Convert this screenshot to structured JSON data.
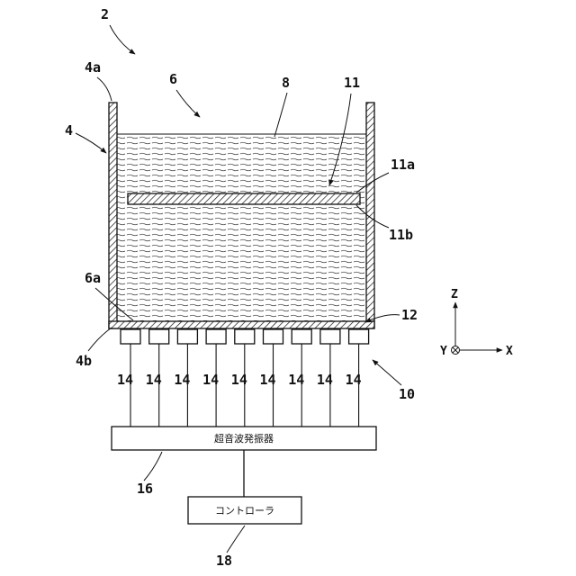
{
  "labels": {
    "apparatus": "2",
    "tank_top": "4a",
    "tank": "4",
    "tank_bottom": "4b",
    "space": "6",
    "space_bottom": "6a",
    "liquid": "8",
    "wafer": "11",
    "wafer_top": "11a",
    "wafer_bottom": "11b",
    "plate": "12",
    "transducer": "14",
    "unit": "10",
    "generator": "16",
    "controller": "18"
  },
  "transducer_count": 9,
  "generator_box": {
    "text": "超音波発振器"
  },
  "controller_box": {
    "text": "コントローラ"
  },
  "axes": {
    "z": "Z",
    "x": "X",
    "y": "Y"
  }
}
